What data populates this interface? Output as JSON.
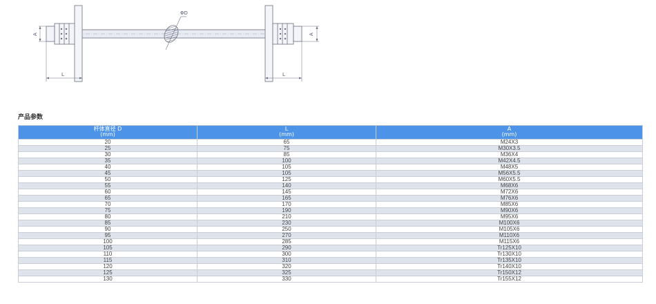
{
  "diagram": {
    "label_a": "A",
    "label_l": "L",
    "label_d": "ΦD"
  },
  "section_title": "产品参数",
  "table": {
    "headers": [
      {
        "name": "杆体直径 D",
        "unit": "(mm)"
      },
      {
        "name": "L",
        "unit": "(mm)"
      },
      {
        "name": "A",
        "unit": "(mm)"
      }
    ],
    "rows": [
      [
        "20",
        "65",
        "M24X3"
      ],
      [
        "25",
        "75",
        "M30X3.5"
      ],
      [
        "30",
        "85",
        "M36X4"
      ],
      [
        "35",
        "100",
        "M42X4.5"
      ],
      [
        "40",
        "105",
        "M48X5"
      ],
      [
        "45",
        "105",
        "M56X5.5"
      ],
      [
        "50",
        "125",
        "M60X5.5"
      ],
      [
        "55",
        "140",
        "M68X6"
      ],
      [
        "60",
        "145",
        "M72X6"
      ],
      [
        "65",
        "165",
        "M76X6"
      ],
      [
        "70",
        "170",
        "M85X6"
      ],
      [
        "75",
        "190",
        "M90X6"
      ],
      [
        "80",
        "210",
        "M95X6"
      ],
      [
        "85",
        "230",
        "M100X6"
      ],
      [
        "90",
        "250",
        "M105X6"
      ],
      [
        "95",
        "270",
        "M110X6"
      ],
      [
        "100",
        "285",
        "M115X6"
      ],
      [
        "105",
        "290",
        "Tr125X10"
      ],
      [
        "110",
        "300",
        "Tr130X10"
      ],
      [
        "115",
        "310",
        "Tr135X10"
      ],
      [
        "120",
        "320",
        "Tr140X10"
      ],
      [
        "125",
        "325",
        "Tr150X12"
      ],
      [
        "130",
        "330",
        "Tr155X12"
      ]
    ]
  }
}
